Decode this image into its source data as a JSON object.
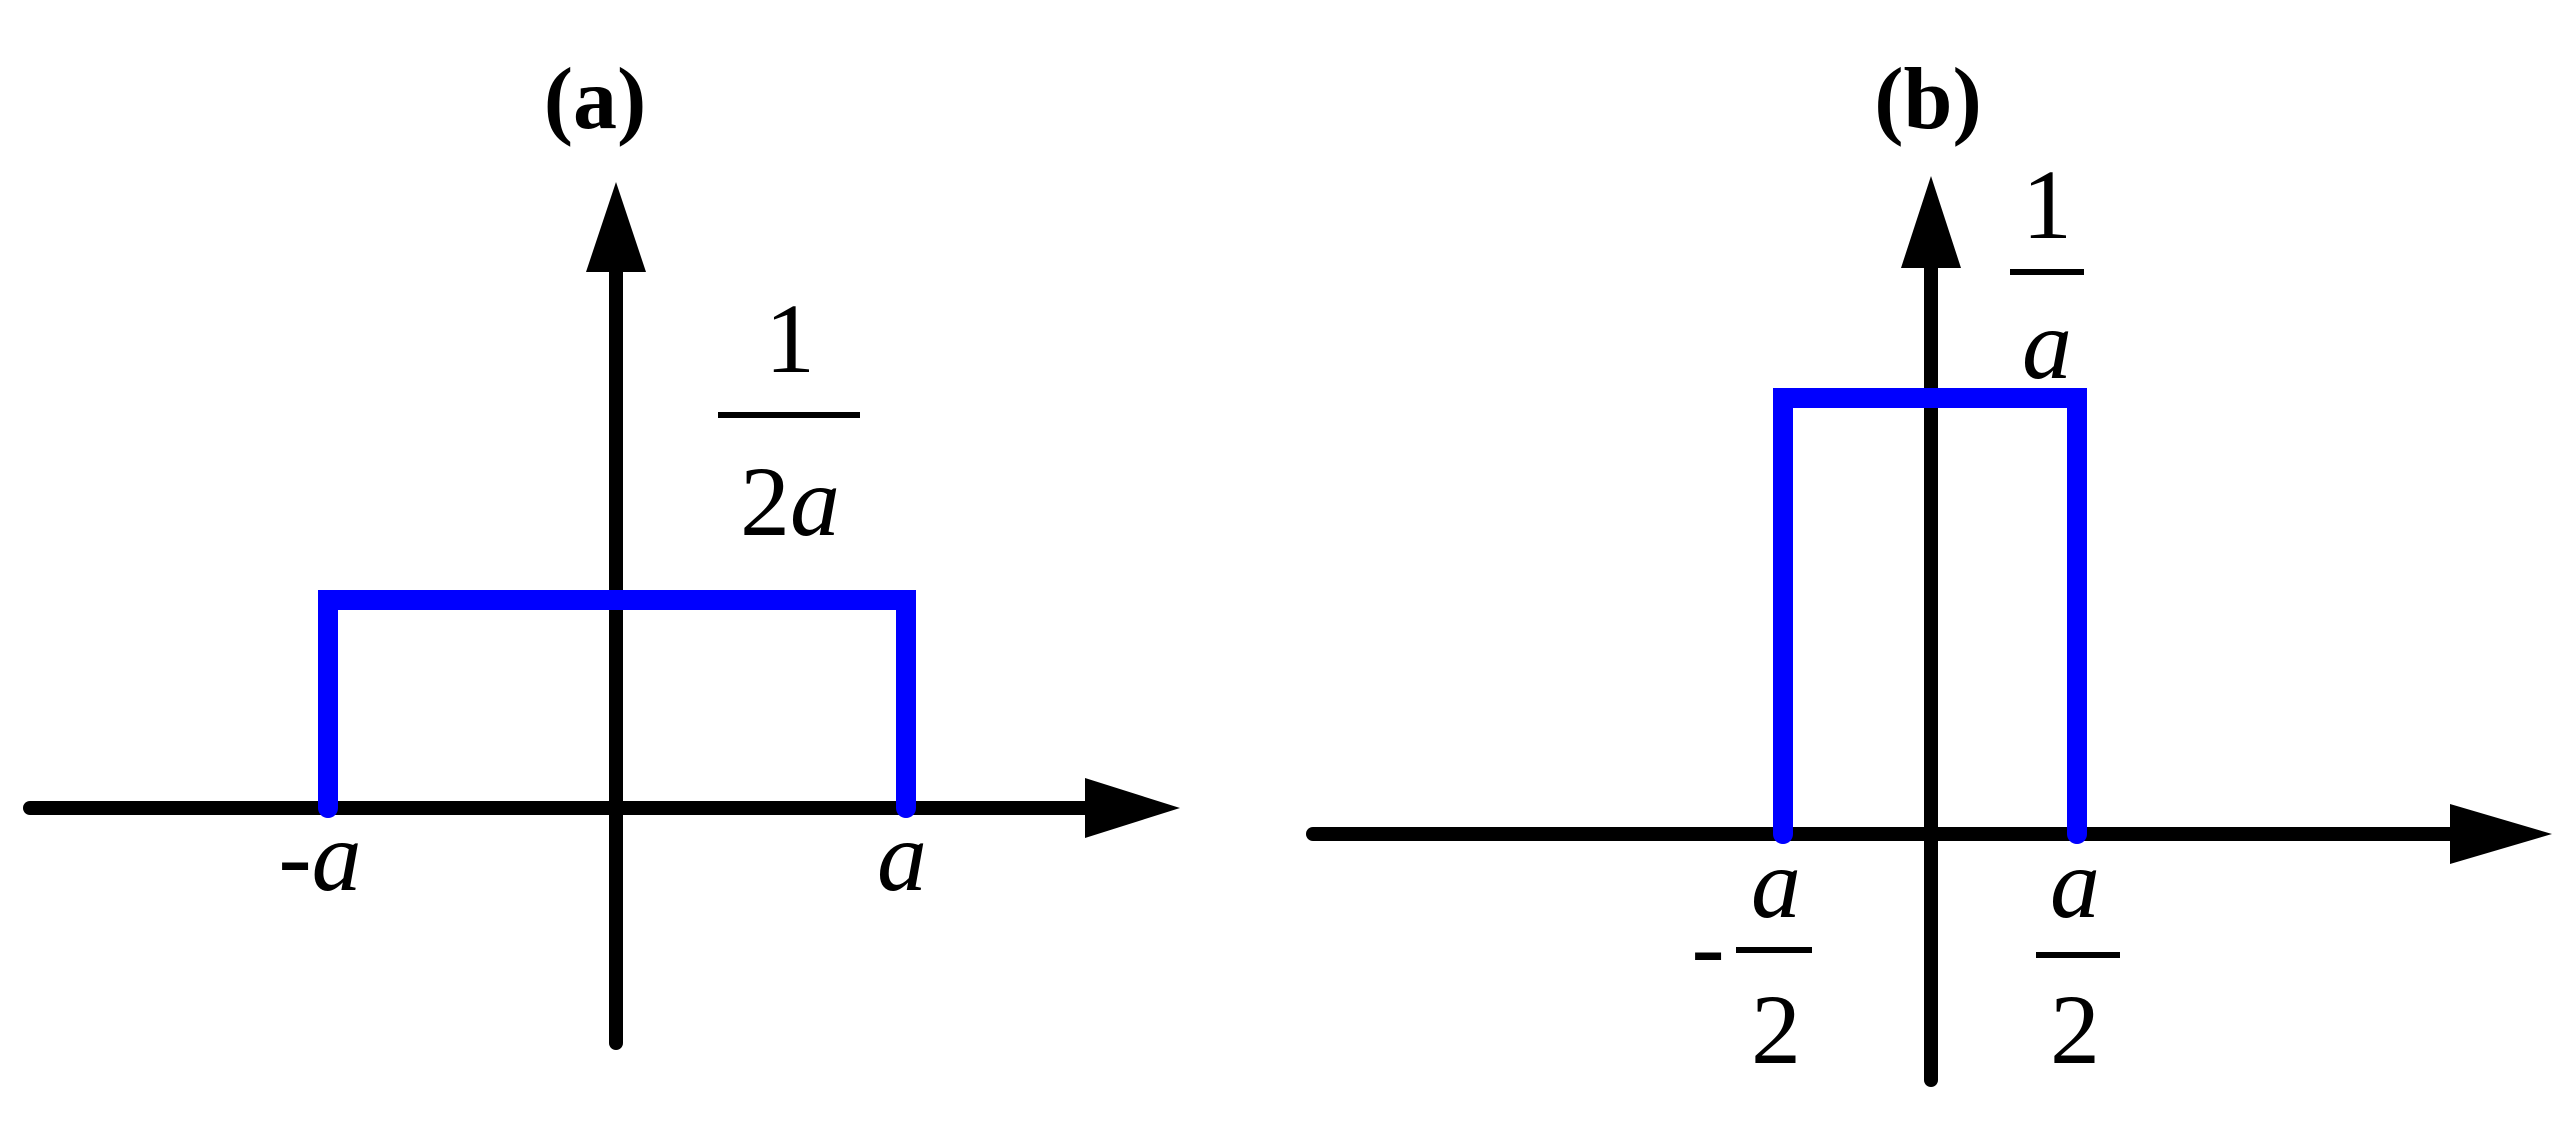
{
  "colors": {
    "pulse": "#0000ff",
    "axis": "#000000",
    "background": "#ffffff"
  },
  "panels": [
    {
      "label": "(a)",
      "height": {
        "numerator": "1",
        "denominator_coef": "2",
        "denominator_var": "a"
      },
      "ticks": {
        "left": {
          "sign": "-",
          "var": "a"
        },
        "right": {
          "var": "a"
        }
      },
      "pulse": {
        "x_from": "-a",
        "x_to": "a",
        "height": "1/2a"
      }
    },
    {
      "label": "(b)",
      "height": {
        "numerator": "1",
        "denominator_var": "a"
      },
      "ticks": {
        "left": {
          "sign": "-",
          "numerator": "a",
          "denominator": "2"
        },
        "right": {
          "numerator": "a",
          "denominator": "2"
        }
      },
      "pulse": {
        "x_from": "-a/2",
        "x_to": "a/2",
        "height": "1/a"
      }
    }
  ]
}
